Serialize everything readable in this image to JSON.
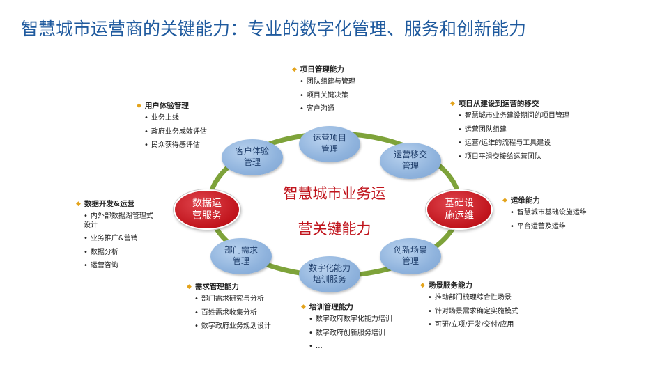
{
  "title": "智慧城市运营商的关键能力：专业的数字化管理、服务和创新能力",
  "center": {
    "line1": "智慧城市业务运",
    "line2": "营关键能力"
  },
  "nodes": {
    "project": {
      "l1": "运营项目",
      "l2": "管理"
    },
    "transfer": {
      "l1": "运营移交",
      "l2": "管理"
    },
    "infra": {
      "l1": "基础设",
      "l2": "施运维"
    },
    "scene": {
      "l1": "创新场景",
      "l2": "管理"
    },
    "training": {
      "l1": "数字化能力",
      "l2": "培训服务"
    },
    "demand": {
      "l1": "部门需求",
      "l2": "管理"
    },
    "data": {
      "l1": "数据运",
      "l2": "营服务"
    },
    "ux": {
      "l1": "客户体验",
      "l2": "管理"
    }
  },
  "blocks": {
    "project": {
      "heading": "项目管理能力",
      "items": [
        "团队组建与管理",
        "项目关键决策",
        "客户沟通"
      ]
    },
    "transfer": {
      "heading": "项目从建设到运营的移交",
      "items": [
        "智慧城市业务建设期间的项目管理",
        "运营团队组建",
        "运营/运维的流程与工具建设",
        "项目平滑交接给运营团队"
      ]
    },
    "ops": {
      "heading": "运维能力",
      "items": [
        "智慧城市基础设施运维",
        "平台运营及运维"
      ]
    },
    "scene": {
      "heading": "场景服务能力",
      "items": [
        "推动部门梳理综合性场景",
        "针对场景需求确定实施模式",
        "可研/立项/开发/交付/应用"
      ]
    },
    "training": {
      "heading": "培训管理能力",
      "items": [
        "数字政府数字化能力培训",
        "数字政府创新服务培训",
        "…"
      ]
    },
    "demand": {
      "heading": "需求管理能力",
      "items": [
        "部门需求研究与分析",
        "百姓需求收集分析",
        "数字政府业务规划设计"
      ]
    },
    "data": {
      "heading": "数据开发&运营",
      "items": [
        "内外部数据湖管理式设计",
        "业务推广&营销",
        "数据分析",
        "运营咨询"
      ]
    },
    "ux": {
      "heading": "用户体验管理",
      "items": [
        "业务上线",
        "政府业务成效评估",
        "民众获得感评估"
      ]
    }
  },
  "colors": {
    "title": "#1f5a9e",
    "ring": "#7ea33a",
    "blue_node": "#8fb3dd",
    "red_node": "#c0141c",
    "bullet": "#e3a31b"
  },
  "icons": {
    "heading_bullet": "diamond-bullet-icon"
  }
}
